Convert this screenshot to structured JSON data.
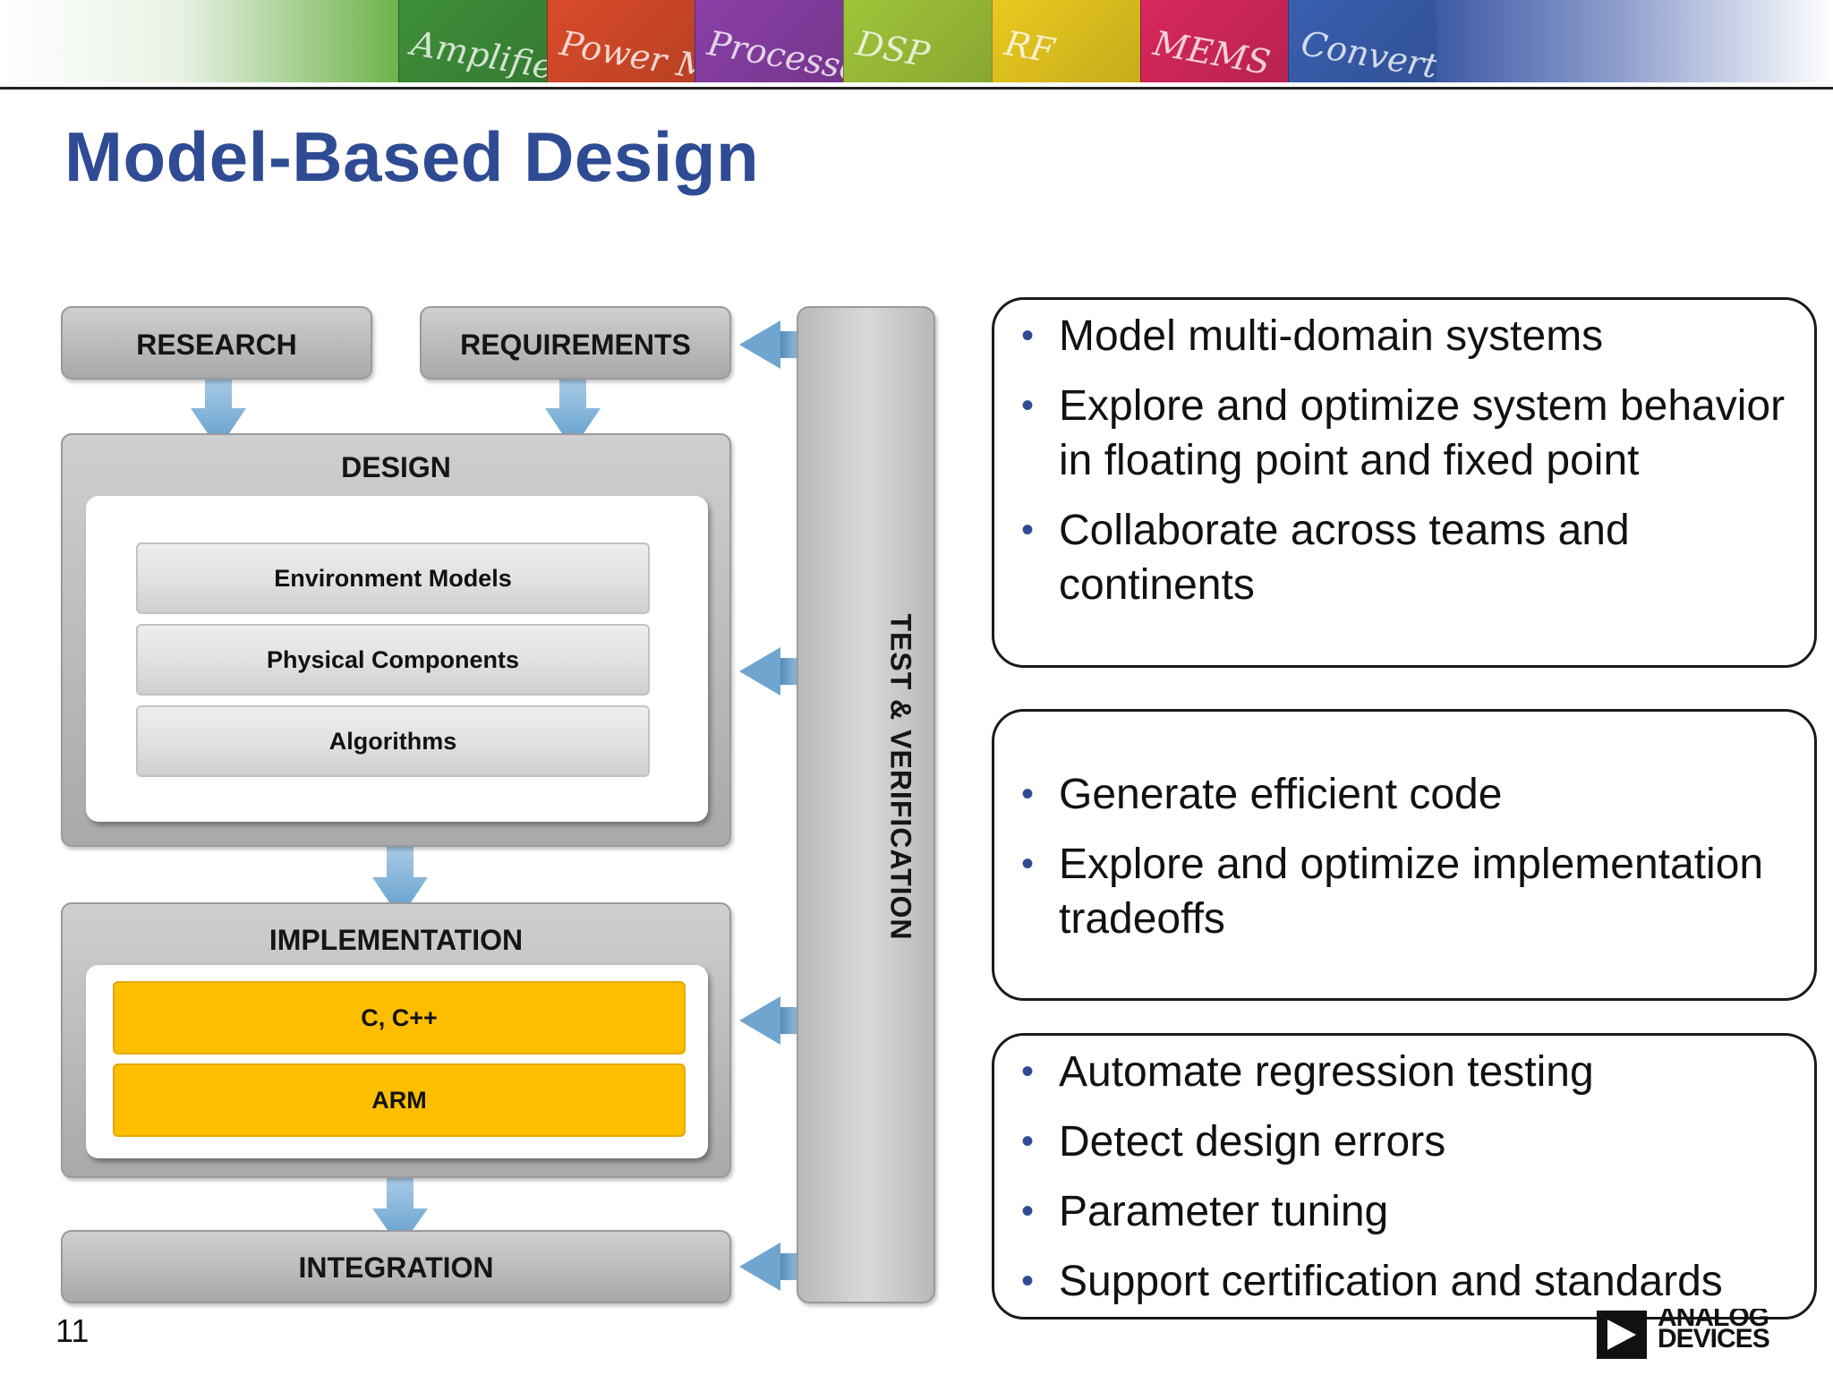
{
  "banner": {
    "tiles": [
      {
        "label": "Amplifiers",
        "color": "#3e8f3a"
      },
      {
        "label": "Power Management",
        "color": "#d94b2a"
      },
      {
        "label": "Processors",
        "color": "#8a3fa6"
      },
      {
        "label": "DSP",
        "color": "#a0c43a"
      },
      {
        "label": "RF",
        "color": "#e9c920"
      },
      {
        "label": "MEMS",
        "color": "#d8285e"
      },
      {
        "label": "Converters",
        "color": "#3a5fb0"
      }
    ]
  },
  "title": "Model-Based Design",
  "diagram": {
    "research": "RESEARCH",
    "requirements": "REQUIREMENTS",
    "design": {
      "label": "DESIGN",
      "items": [
        "Environment Models",
        "Physical Components",
        "Algorithms"
      ]
    },
    "implementation": {
      "label": "IMPLEMENTATION",
      "items": [
        "C, C++",
        "ARM"
      ]
    },
    "integration": "INTEGRATION",
    "test_verification": "TEST & VERIFICATION",
    "arrow_color": "#6fa5cf",
    "highlight_color": "#fdbe00"
  },
  "info_boxes": [
    {
      "bullets": [
        "Model multi-domain systems",
        "Explore and optimize system behavior in floating point and fixed point",
        "Collaborate across teams and continents"
      ]
    },
    {
      "bullets": [
        "Generate efficient code",
        "Explore and optimize implementation tradeoffs"
      ]
    },
    {
      "bullets": [
        "Automate regression testing",
        "Detect design errors",
        "Parameter tuning",
        "Support certification and standards"
      ]
    }
  ],
  "bullet_char": "•",
  "page_number": "11",
  "logo": {
    "line1": "ANALOG",
    "line2": "DEVICES"
  }
}
